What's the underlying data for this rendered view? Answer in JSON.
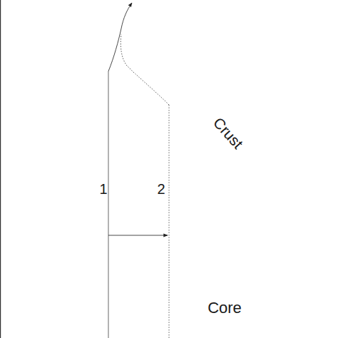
{
  "diagram": {
    "nodes": [
      {
        "text": [
          "Crust"
        ]
      },
      {
        "text": [
          "Core"
        ]
      }
    ],
    "labels": [
      "1",
      "2"
    ]
  }
}
